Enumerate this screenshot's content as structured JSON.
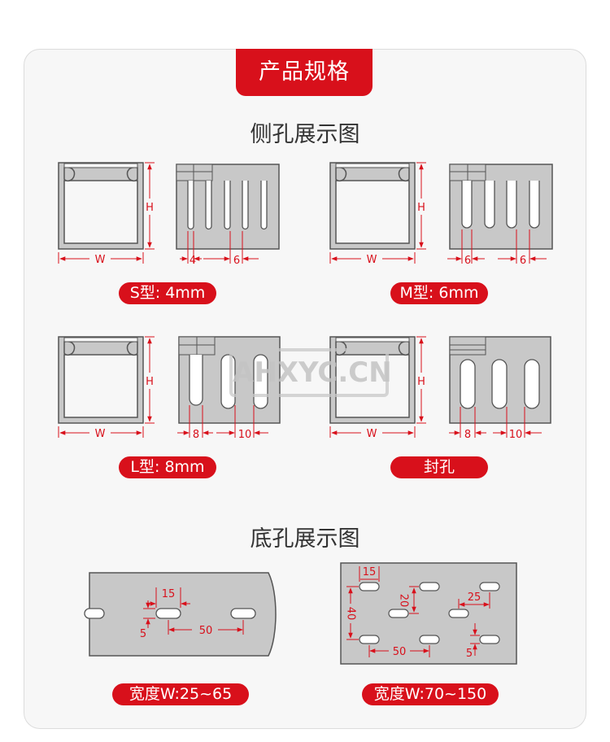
{
  "header": {
    "title": "产品规格"
  },
  "side_section": {
    "title": "侧孔展示图"
  },
  "bottom_section": {
    "title": "底孔展示图"
  },
  "dim": {
    "w": "W",
    "h": "H"
  },
  "variants": [
    {
      "label": "S型: 4mm",
      "dims": [
        "4",
        "6"
      ]
    },
    {
      "label": "M型: 6mm",
      "dims": [
        "6",
        "6"
      ]
    },
    {
      "label": "L型: 8mm",
      "dims": [
        "8",
        "10"
      ]
    },
    {
      "label": "封孔",
      "dims": [
        "8",
        "10"
      ]
    }
  ],
  "bottom_left": {
    "label": "宽度W:25~65",
    "dims": [
      "15",
      "5",
      "50"
    ]
  },
  "bottom_right": {
    "label": "宽度W:70~150",
    "dims": [
      "15",
      "40",
      "20",
      "25",
      "50",
      "5"
    ]
  },
  "watermark": "AHXYC.CN",
  "colors": {
    "accent": "#d8101b",
    "gray": "#c8c8c8",
    "outline": "#555555"
  }
}
